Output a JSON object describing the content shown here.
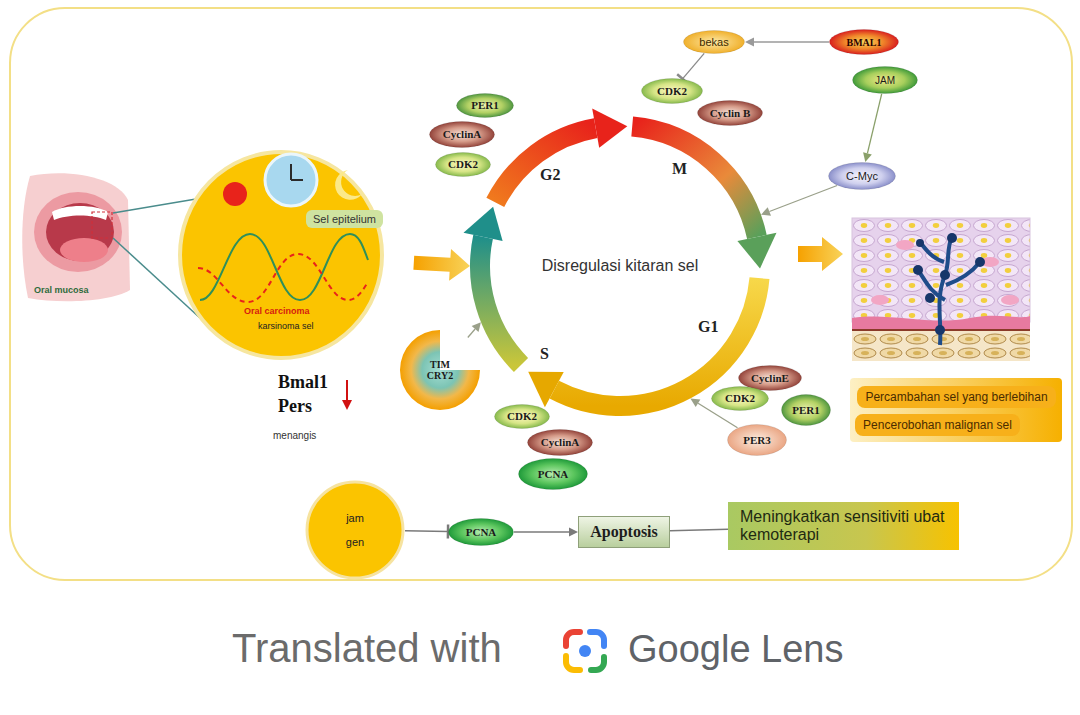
{
  "diagram": {
    "nodes": [
      {
        "text": [
          "Oral carcinoma",
          "karsinoma sel"
        ]
      },
      {
        "text": [
          "Sel epitelium"
        ],
        "in": 0
      },
      {
        "text": [
          "PER1"
        ]
      },
      {
        "text": [
          "CyclinA"
        ]
      },
      {
        "text": [
          "CDK2"
        ]
      },
      {
        "text": [
          "bekas"
        ]
      },
      {
        "text": [
          "BMAL1"
        ]
      },
      {
        "text": [
          "CDK2"
        ]
      },
      {
        "text": [
          "Cyclin B"
        ]
      },
      {
        "text": [
          "JAM"
        ]
      },
      {
        "text": [
          "C-Myc"
        ]
      },
      {
        "text": [
          "Disregulasi kitaran sel"
        ]
      },
      {
        "text": [
          "Percambahan sel yang berlebihan"
        ]
      },
      {
        "text": [
          "Pencerobohan malignan sel"
        ]
      },
      {
        "text": [
          "TIM",
          "CRY2"
        ]
      },
      {
        "text": [
          "CyclinE"
        ]
      },
      {
        "text": [
          "CDK2"
        ]
      },
      {
        "text": [
          "PER1"
        ]
      },
      {
        "text": [
          "PER3"
        ]
      },
      {
        "text": [
          "CDK2"
        ]
      },
      {
        "text": [
          "CyclinA"
        ]
      },
      {
        "text": [
          "PCNA"
        ]
      },
      {
        "text": [
          "jam",
          "gen"
        ]
      },
      {
        "text": [
          "PCNA"
        ]
      },
      {
        "text": [
          "Apoptosis"
        ]
      },
      {
        "text": [
          "Meningkatkan sensitiviti ubat kemoterapi"
        ]
      }
    ],
    "edges": [
      {
        "from": 6,
        "to": 5,
        "arrow": "to"
      },
      {
        "from": 5,
        "to": 7,
        "arrow": "to"
      },
      {
        "from": 9,
        "to": 10,
        "arrow": "to"
      },
      {
        "from": 10,
        "to": 11,
        "arrow": "to"
      },
      {
        "from": 18,
        "to": 11,
        "arrow": "to"
      },
      {
        "from": 14,
        "to": 11,
        "arrow": "to"
      },
      {
        "from": 0,
        "to": 11,
        "arrow": "to"
      },
      {
        "from": 22,
        "to": 23,
        "arrow": "to"
      },
      {
        "from": 23,
        "to": 24,
        "arrow": "to"
      },
      {
        "from": 24,
        "to": 25,
        "arrow": "none"
      }
    ],
    "labels": [
      "Oral mucosa",
      "Bmal1",
      "Pers",
      "menangis",
      "G2",
      "M",
      "G1",
      "S",
      "Translated with",
      "Google Lens"
    ]
  }
}
